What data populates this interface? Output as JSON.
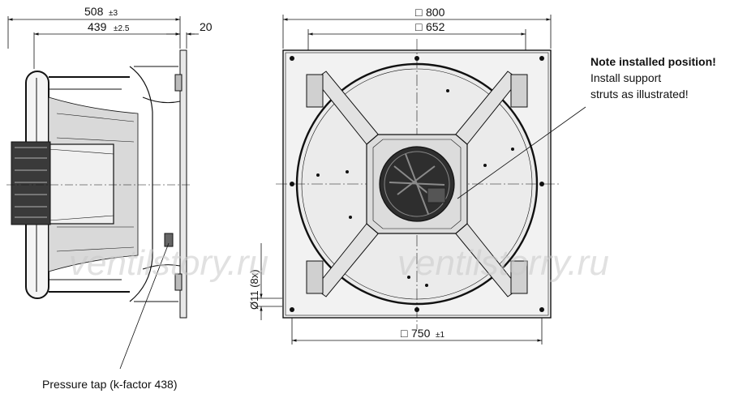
{
  "side_view": {
    "dim_overall": "508",
    "dim_overall_tol": "±3",
    "dim_body": "439",
    "dim_body_tol": "±2.5",
    "dim_plate": "20",
    "pressure_tap_label": "Pressure tap (k-factor 438)"
  },
  "front_view": {
    "dim_plate_outer": "800",
    "dim_plate_inner": "652",
    "dim_hole_pitch": "750",
    "dim_hole_pitch_tol": "±1",
    "dim_hole_diameter": "Ø11 (8x)",
    "square_symbol": "□"
  },
  "note": {
    "title": "Note installed position!",
    "line1": "Install support",
    "line2": "struts as illustrated!"
  },
  "watermarks": [
    "ventilstory.ru",
    "ventilstorry.ru"
  ]
}
